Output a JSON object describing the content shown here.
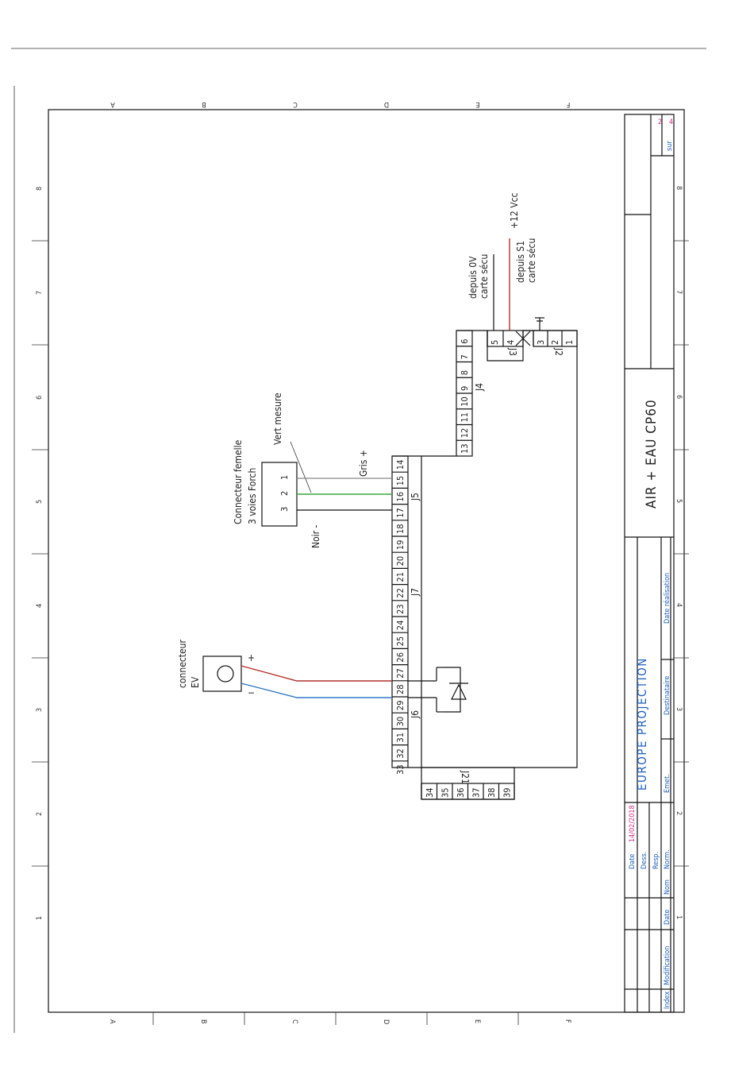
{
  "document": {
    "title": "AIR + EAU CP60",
    "company": "EUROPE PROJECTION",
    "page": "2",
    "pages_total": "4",
    "page_sep": "sur"
  },
  "title_block": {
    "date_label": "Date",
    "date_value": "14/02/2018",
    "dess_label": "Dess.",
    "resp_label": "Resp.",
    "norm_label": "Norm.",
    "nom_label": "Nom",
    "index_label": "Index",
    "modification_label": "Modification",
    "date_col_label": "Date",
    "emet_label": "Emet.",
    "destinataire_label": "Destinataire",
    "date_realisation_label": "Date réalisation"
  },
  "grid": {
    "letters": [
      "A",
      "B",
      "C",
      "D",
      "E",
      "F"
    ],
    "numbers": [
      "1",
      "2",
      "3",
      "4",
      "5",
      "6",
      "7",
      "8"
    ]
  },
  "connectors": {
    "j5_pins": [
      "14",
      "15",
      "16",
      "17",
      "18",
      "19"
    ],
    "j7_pins": [
      "20",
      "21",
      "22",
      "23",
      "24",
      "25",
      "26",
      "27"
    ],
    "j6_pins": [
      "28",
      "29",
      "30",
      "31",
      "32",
      "33"
    ],
    "j4_pins": [
      "13",
      "12",
      "11",
      "10",
      "9",
      "8",
      "7",
      "6"
    ],
    "j21_pins": [
      "34",
      "35",
      "36",
      "37",
      "38",
      "39"
    ],
    "j3_pins": [
      "5",
      "4"
    ],
    "j2_pins": [
      "3",
      "2",
      "1"
    ],
    "forch_pins": [
      "1",
      "2",
      "3"
    ],
    "labels": {
      "j5": "J5",
      "j7": "J7",
      "j6": "J6",
      "j4": "J4",
      "j21": "J21",
      "j3": "J3",
      "j2": "J2"
    }
  },
  "annotations": {
    "forch_line1": "Connecteur femelle",
    "forch_line2": "3 voies Forch",
    "vert_mesure": "Vert mesure",
    "gris": "Gris +",
    "noir": "Noir -",
    "ev_line1": "connecteur",
    "ev_line2": "EV",
    "plus": "+",
    "minus": "−",
    "depuis0v_line1": "depuis 0V",
    "depuis0v_line2": "carte sécu",
    "depuiss1_line1": "depuis S1",
    "depuiss1_line2": "carte sécu",
    "vcc": "+12 Vcc"
  },
  "colors": {
    "wire_red": "#b3302a",
    "wire_blue": "#2f78c4",
    "wire_green": "#3fa63f",
    "wire_grey": "#8a8a8a",
    "wire_black": "#111111",
    "title_blue": "#1f5fbf",
    "magenta": "#d4308a"
  }
}
